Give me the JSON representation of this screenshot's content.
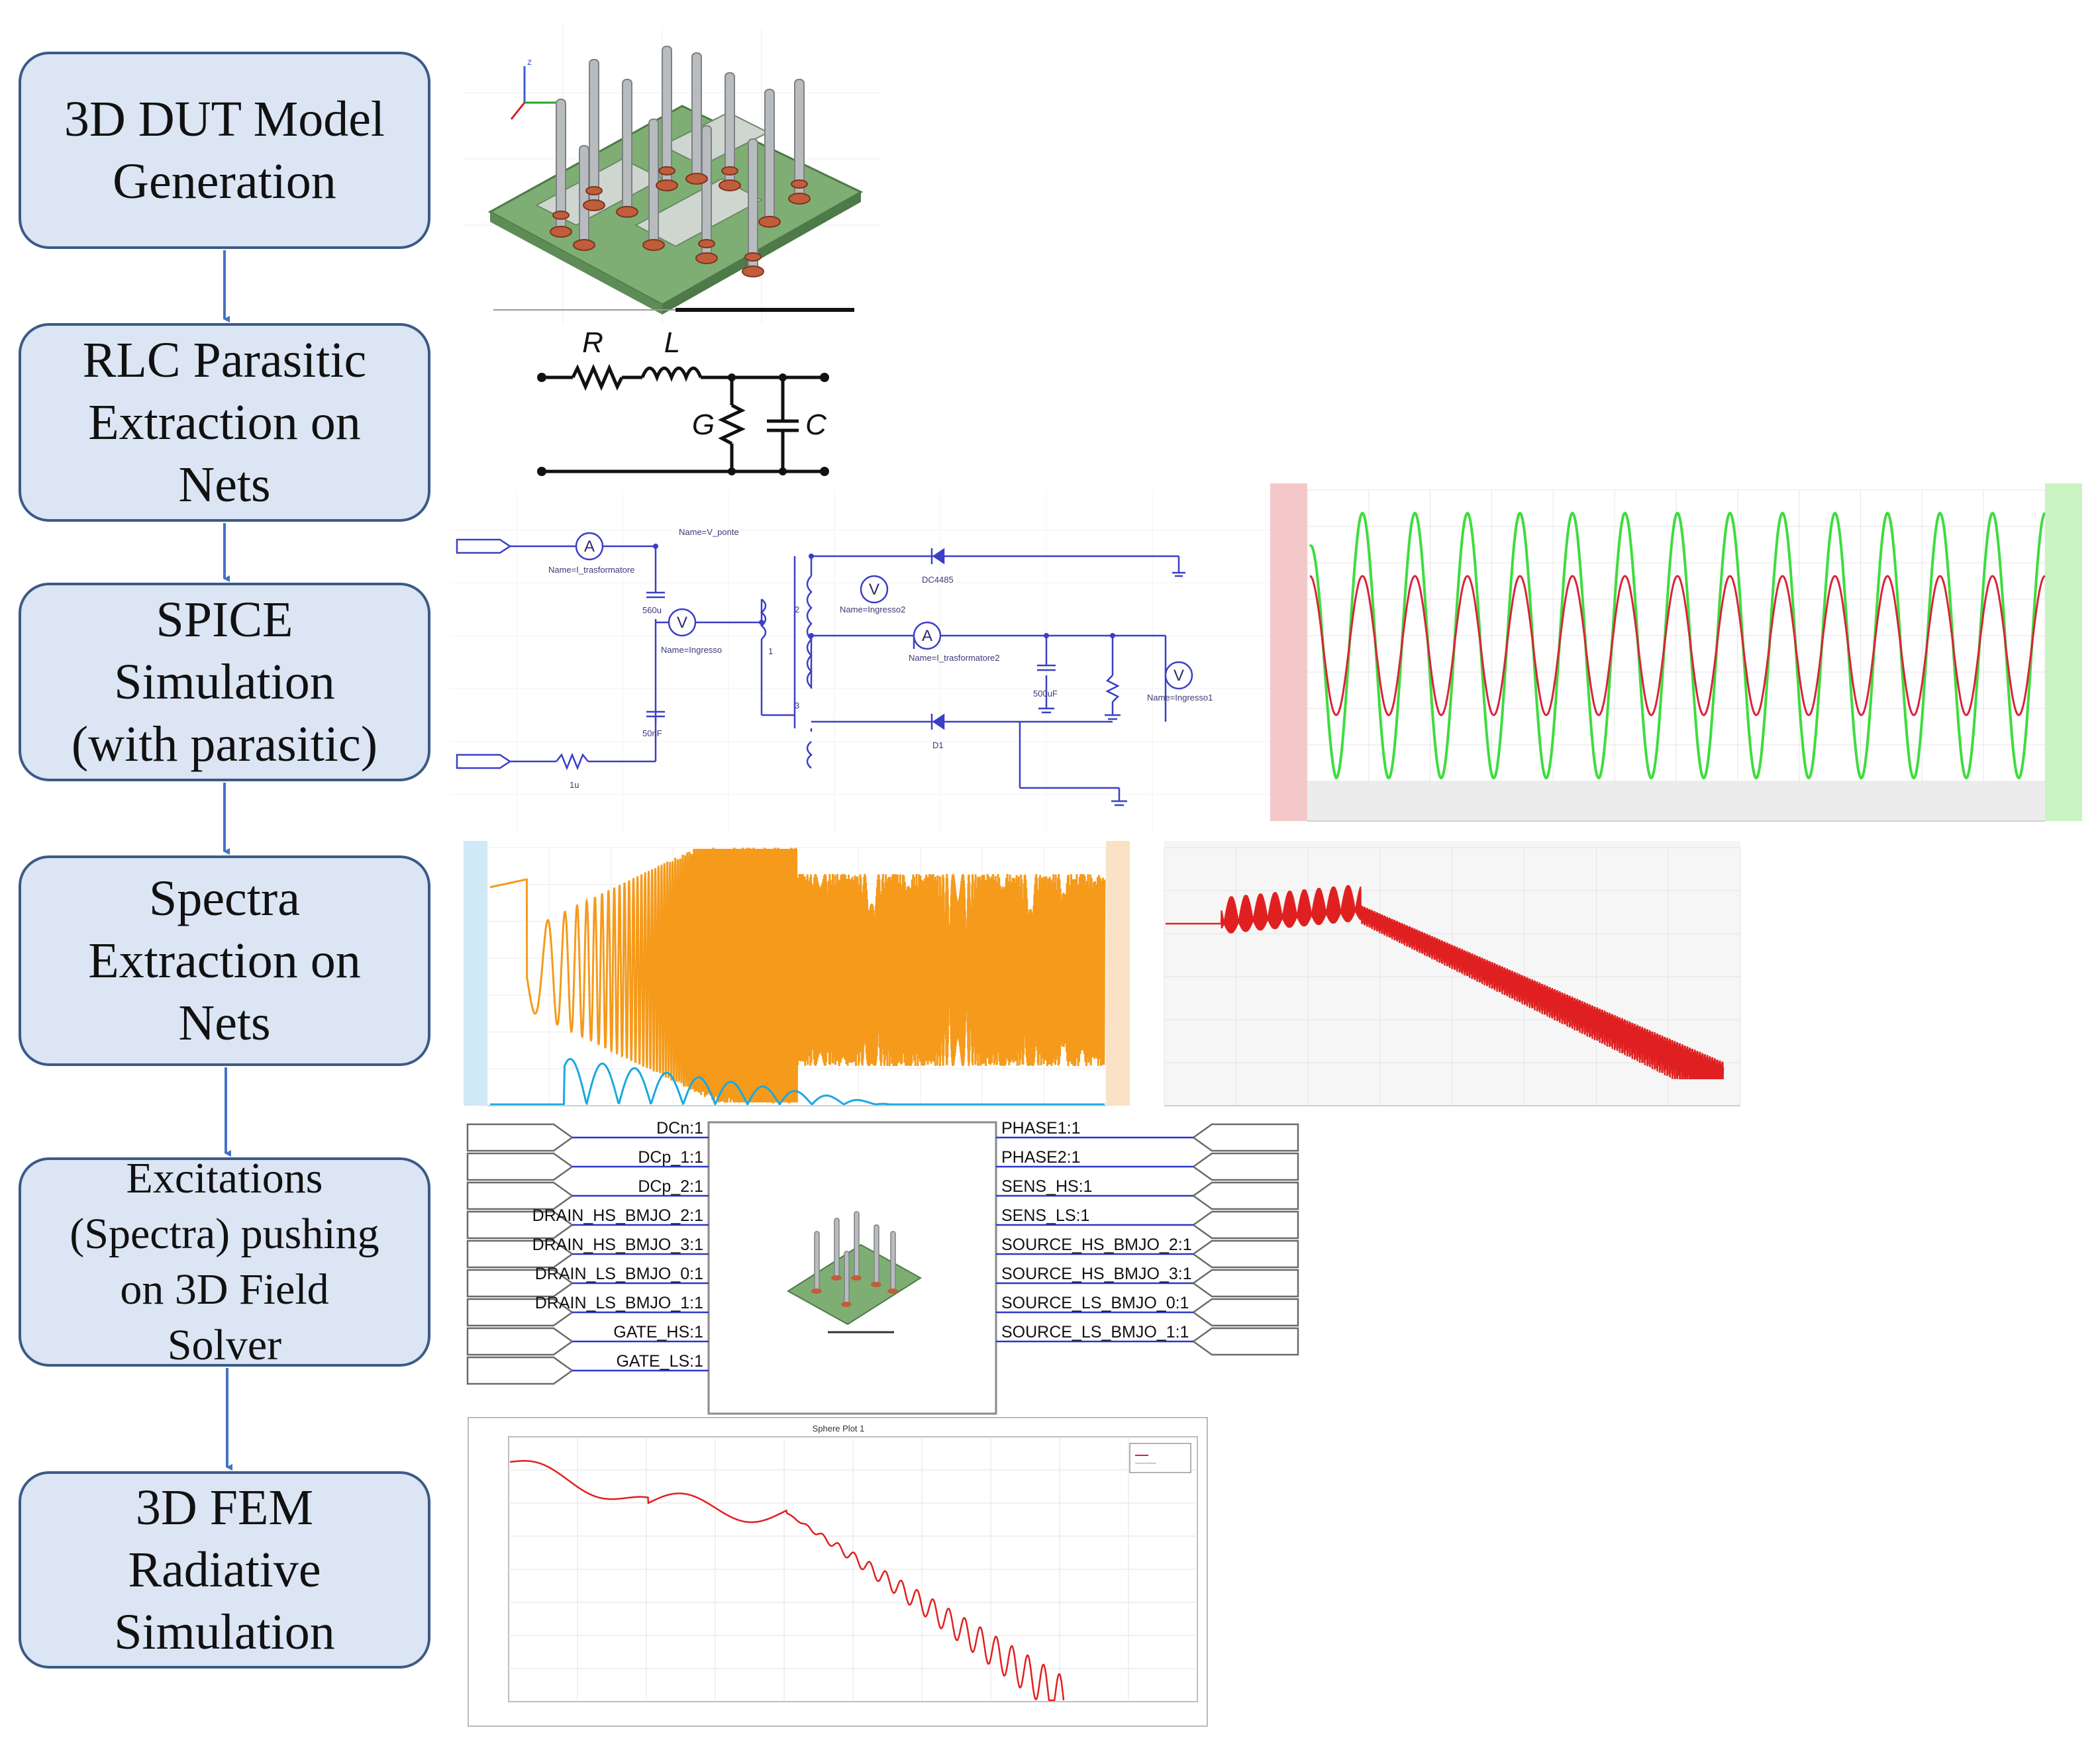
{
  "flow": {
    "steps": [
      {
        "label": "3D DUT Model\nGeneration"
      },
      {
        "label": "RLC Parasitic\nExtraction on\nNets"
      },
      {
        "label": "SPICE\nSimulation\n(with parasitic)"
      },
      {
        "label": "Spectra\nExtraction on\nNets"
      },
      {
        "label": "Excitations\n(Spectra) pushing\non 3D Field\nSolver"
      },
      {
        "label": "3D FEM\nRadiative\nSimulation"
      }
    ]
  },
  "rlc": {
    "r": "R",
    "l": "L",
    "g": "G",
    "c": "C"
  },
  "spice": {
    "labels": {
      "v_ponte": "Name=V_ponte",
      "i_trasf": "Name=I_trasformatore",
      "ingresso2": "Name=Ingresso2",
      "ingresso": "Name=Ingresso",
      "i_trasf2": "Name=I_trasformatore2",
      "ingresso1": "Name=Ingresso1",
      "diode_top": "DC4485",
      "diode_bot": "D1",
      "cap1": "50nF",
      "cap2": "500uF",
      "ind": "560u",
      "res": "1u",
      "w1": "1",
      "w2": "2",
      "w3": "3"
    }
  },
  "ports": {
    "left": [
      "DCn:1",
      "DCp_1:1",
      "DCp_2:1",
      "DRAIN_HS_BMJO_2:1",
      "DRAIN_HS_BMJO_3:1",
      "DRAIN_LS_BMJO_0:1",
      "DRAIN_LS_BMJO_1:1",
      "GATE_HS:1",
      "GATE_LS:1"
    ],
    "right": [
      "PHASE1:1",
      "PHASE2:1",
      "SENS_HS:1",
      "SENS_LS:1",
      "SOURCE_HS_BMJO_2:1",
      "SOURCE_HS_BMJO_3:1",
      "SOURCE_LS_BMJO_0:1",
      "SOURCE_LS_BMJO_1:1"
    ]
  },
  "fem": {
    "title": "Sphere Plot 1"
  },
  "colors": {
    "box_fill": "#dbe5f3",
    "box_border": "#3b5a86",
    "arrow": "#4472c4",
    "green": "#3fdc3f",
    "red": "#d8233a",
    "orange": "#f59a1b",
    "cyan": "#1aa8e0",
    "wire": "#2c36c8"
  }
}
